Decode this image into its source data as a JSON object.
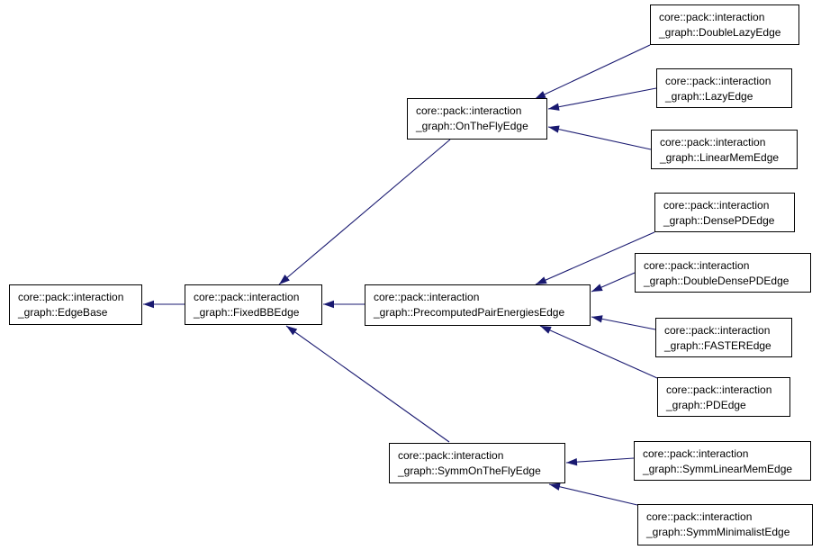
{
  "diagram": {
    "type": "class-inheritance-graph",
    "background_color": "#ffffff",
    "node_fill_color": "#ffffff",
    "node_border_color": "#000000",
    "text_color": "#000000",
    "arrow_color": "#191970",
    "nodes": {
      "edge_base": {
        "line1": "core::pack::interaction",
        "line2": "_graph::EdgeBase"
      },
      "fixed_bb_edge": {
        "line1": "core::pack::interaction",
        "line2": "_graph::FixedBBEdge"
      },
      "on_the_fly_edge": {
        "line1": "core::pack::interaction",
        "line2": "_graph::OnTheFlyEdge"
      },
      "double_lazy_edge": {
        "line1": "core::pack::interaction",
        "line2": "_graph::DoubleLazyEdge"
      },
      "lazy_edge": {
        "line1": "core::pack::interaction",
        "line2": "_graph::LazyEdge"
      },
      "linear_mem_edge": {
        "line1": "core::pack::interaction",
        "line2": "_graph::LinearMemEdge"
      },
      "precomputed_pair_energies_edge": {
        "line1": "core::pack::interaction",
        "line2": "_graph::PrecomputedPairEnergiesEdge"
      },
      "dense_pd_edge": {
        "line1": "core::pack::interaction",
        "line2": "_graph::DensePDEdge"
      },
      "double_dense_pd_edge": {
        "line1": "core::pack::interaction",
        "line2": "_graph::DoubleDensePDEdge"
      },
      "faster_edge": {
        "line1": "core::pack::interaction",
        "line2": "_graph::FASTEREdge"
      },
      "pd_edge": {
        "line1": "core::pack::interaction",
        "line2": "_graph::PDEdge"
      },
      "symm_on_the_fly_edge": {
        "line1": "core::pack::interaction",
        "line2": "_graph::SymmOnTheFlyEdge"
      },
      "symm_linear_mem_edge": {
        "line1": "core::pack::interaction",
        "line2": "_graph::SymmLinearMemEdge"
      },
      "symm_minimalist_edge": {
        "line1": "core::pack::interaction",
        "line2": "_graph::SymmMinimalistEdge"
      }
    },
    "edges": [
      {
        "from": "fixed_bb_edge",
        "to": "edge_base"
      },
      {
        "from": "on_the_fly_edge",
        "to": "fixed_bb_edge"
      },
      {
        "from": "precomputed_pair_energies_edge",
        "to": "fixed_bb_edge"
      },
      {
        "from": "symm_on_the_fly_edge",
        "to": "fixed_bb_edge"
      },
      {
        "from": "double_lazy_edge",
        "to": "on_the_fly_edge"
      },
      {
        "from": "lazy_edge",
        "to": "on_the_fly_edge"
      },
      {
        "from": "linear_mem_edge",
        "to": "on_the_fly_edge"
      },
      {
        "from": "dense_pd_edge",
        "to": "precomputed_pair_energies_edge"
      },
      {
        "from": "double_dense_pd_edge",
        "to": "precomputed_pair_energies_edge"
      },
      {
        "from": "faster_edge",
        "to": "precomputed_pair_energies_edge"
      },
      {
        "from": "pd_edge",
        "to": "precomputed_pair_energies_edge"
      },
      {
        "from": "symm_linear_mem_edge",
        "to": "symm_on_the_fly_edge"
      },
      {
        "from": "symm_minimalist_edge",
        "to": "symm_on_the_fly_edge"
      }
    ]
  }
}
